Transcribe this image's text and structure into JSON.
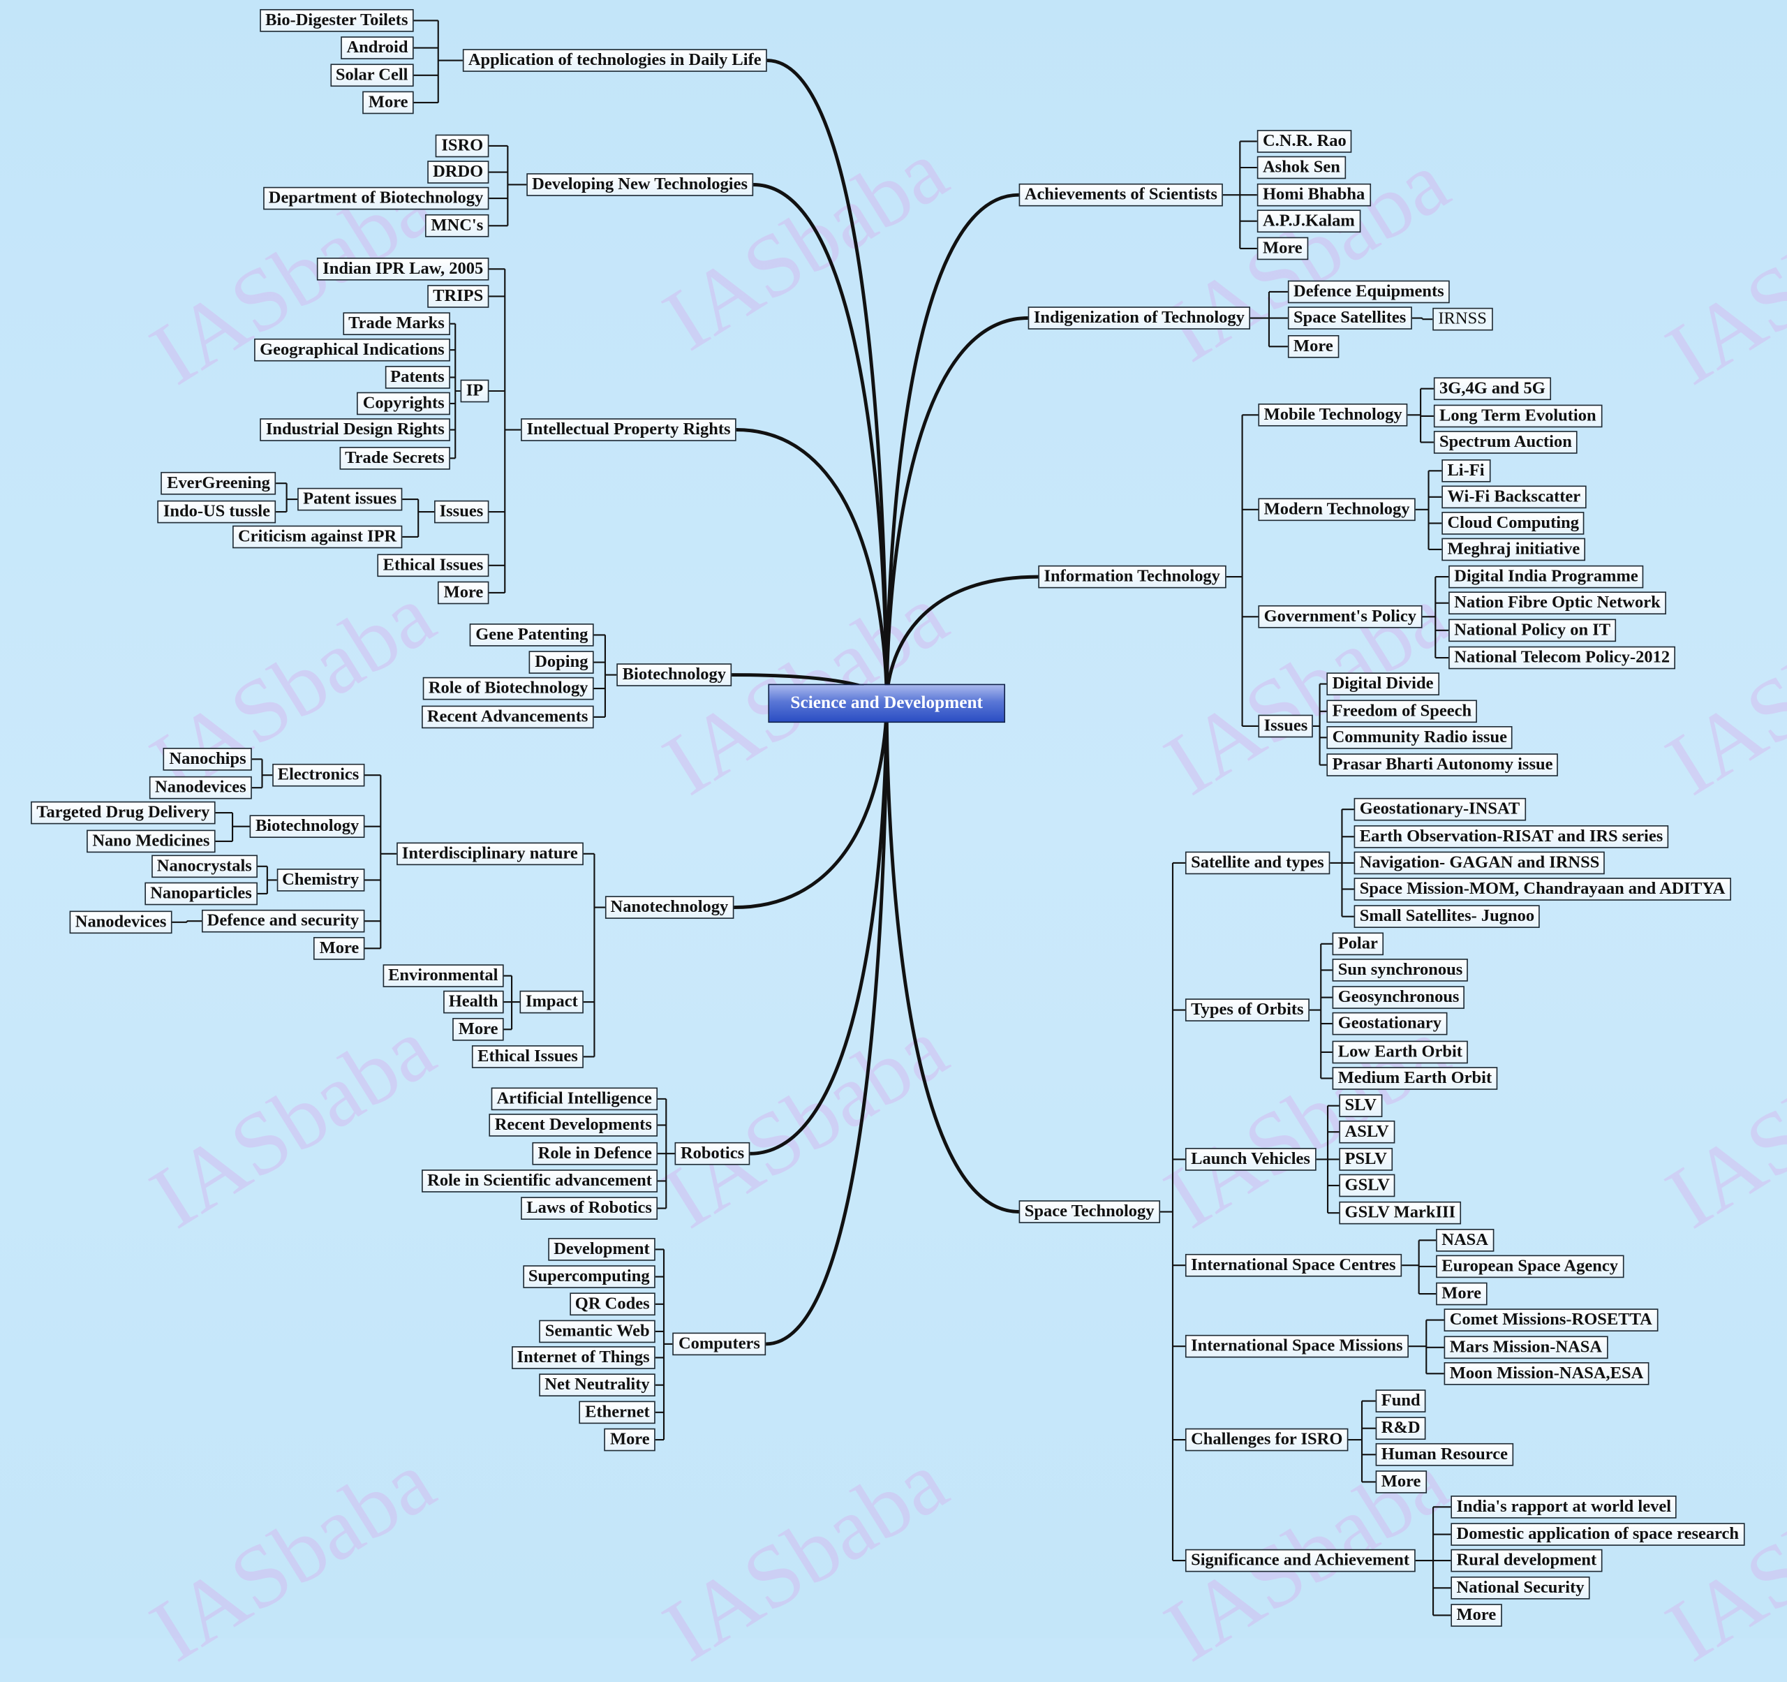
{
  "title": "Science and Development",
  "watermark": "IASbaba",
  "colors": {
    "background": "#c6e7fa",
    "center_node": "#3a5ccb",
    "line": "#111111",
    "watermark": "#d9a6ec"
  },
  "left_branches": [
    {
      "label": "Application of technologies in Daily Life",
      "children": [
        {
          "label": "Bio-Digester Toilets"
        },
        {
          "label": "Android"
        },
        {
          "label": "Solar Cell"
        },
        {
          "label": "More"
        }
      ]
    },
    {
      "label": "Developing New Technologies",
      "children": [
        {
          "label": "ISRO"
        },
        {
          "label": "DRDO"
        },
        {
          "label": "Department of Biotechnology"
        },
        {
          "label": "MNC's"
        }
      ]
    },
    {
      "label": "Intellectual Property Rights",
      "children": [
        {
          "label": "Indian IPR Law, 2005"
        },
        {
          "label": "TRIPS"
        },
        {
          "label": "IP",
          "children": [
            {
              "label": "Trade Marks"
            },
            {
              "label": "Geographical Indications"
            },
            {
              "label": "Patents"
            },
            {
              "label": "Copyrights"
            },
            {
              "label": "Industrial Design Rights"
            },
            {
              "label": "Trade Secrets"
            }
          ]
        },
        {
          "label": "Issues",
          "children": [
            {
              "label": "Patent issues",
              "children": [
                {
                  "label": "EverGreening"
                },
                {
                  "label": "Indo-US tussle"
                }
              ]
            },
            {
              "label": "Criticism against IPR"
            }
          ]
        },
        {
          "label": "Ethical Issues"
        },
        {
          "label": "More"
        }
      ]
    },
    {
      "label": "Biotechnology",
      "children": [
        {
          "label": "Gene Patenting"
        },
        {
          "label": "Doping"
        },
        {
          "label": "Role of Biotechnology"
        },
        {
          "label": "Recent Advancements"
        }
      ]
    },
    {
      "label": "Nanotechnology",
      "children": [
        {
          "label": "Interdisciplinary nature",
          "children": [
            {
              "label": "Electronics",
              "children": [
                {
                  "label": "Nanochips"
                },
                {
                  "label": "Nanodevices"
                }
              ]
            },
            {
              "label": "Biotechnology",
              "children": [
                {
                  "label": "Targeted Drug Delivery"
                },
                {
                  "label": "Nano Medicines"
                }
              ]
            },
            {
              "label": "Chemistry",
              "children": [
                {
                  "label": "Nanocrystals"
                },
                {
                  "label": "Nanoparticles"
                }
              ]
            },
            {
              "label": "Defence and security",
              "children": [
                {
                  "label": "Nanodevices"
                }
              ]
            },
            {
              "label": "More"
            }
          ]
        },
        {
          "label": "Impact",
          "children": [
            {
              "label": "Environmental"
            },
            {
              "label": "Health"
            },
            {
              "label": "More"
            }
          ]
        },
        {
          "label": "Ethical Issues"
        }
      ]
    },
    {
      "label": "Robotics",
      "children": [
        {
          "label": "Artificial Intelligence"
        },
        {
          "label": "Recent Developments"
        },
        {
          "label": "Role in Defence"
        },
        {
          "label": "Role in Scientific advancement"
        },
        {
          "label": "Laws of Robotics"
        }
      ]
    },
    {
      "label": "Computers",
      "children": [
        {
          "label": "Development"
        },
        {
          "label": "Supercomputing"
        },
        {
          "label": "QR Codes"
        },
        {
          "label": "Semantic Web"
        },
        {
          "label": "Internet of Things"
        },
        {
          "label": "Net Neutrality"
        },
        {
          "label": "Ethernet"
        },
        {
          "label": "More"
        }
      ]
    }
  ],
  "right_branches": [
    {
      "label": "Achievements of Scientists",
      "children": [
        {
          "label": "C.N.R. Rao"
        },
        {
          "label": "Ashok Sen"
        },
        {
          "label": "Homi Bhabha"
        },
        {
          "label": "A.P.J.Kalam"
        },
        {
          "label": "More"
        }
      ]
    },
    {
      "label": "Indigenization of Technology",
      "children": [
        {
          "label": "Defence Equipments"
        },
        {
          "label": "Space Satellites",
          "children": [
            {
              "label": "IRNSS"
            }
          ]
        },
        {
          "label": "More"
        }
      ]
    },
    {
      "label": "Information Technology",
      "children": [
        {
          "label": "Mobile Technology",
          "children": [
            {
              "label": "3G,4G and 5G"
            },
            {
              "label": "Long Term Evolution"
            },
            {
              "label": "Spectrum Auction"
            }
          ]
        },
        {
          "label": "Modern Technology",
          "children": [
            {
              "label": "Li-Fi"
            },
            {
              "label": "Wi-Fi Backscatter"
            },
            {
              "label": "Cloud Computing"
            },
            {
              "label": "Meghraj initiative"
            }
          ]
        },
        {
          "label": "Government's Policy",
          "children": [
            {
              "label": "Digital India Programme"
            },
            {
              "label": "Nation Fibre Optic Network"
            },
            {
              "label": "National Policy on IT"
            },
            {
              "label": "National Telecom Policy-2012"
            }
          ]
        },
        {
          "label": "Issues",
          "children": [
            {
              "label": "Digital Divide"
            },
            {
              "label": "Freedom of Speech"
            },
            {
              "label": "Community Radio issue"
            },
            {
              "label": "Prasar Bharti Autonomy issue"
            }
          ]
        }
      ]
    },
    {
      "label": "Space Technology",
      "children": [
        {
          "label": "Satellite and types",
          "children": [
            {
              "label": "Geostationary-INSAT"
            },
            {
              "label": "Earth Observation-RISAT and IRS series"
            },
            {
              "label": "Navigation- GAGAN and IRNSS"
            },
            {
              "label": "Space Mission-MOM, Chandrayaan and ADITYA"
            },
            {
              "label": "Small Satellites- Jugnoo"
            }
          ]
        },
        {
          "label": "Types of Orbits",
          "children": [
            {
              "label": "Polar"
            },
            {
              "label": "Sun synchronous"
            },
            {
              "label": "Geosynchronous"
            },
            {
              "label": "Geostationary"
            },
            {
              "label": "Low Earth Orbit"
            },
            {
              "label": "Medium Earth Orbit"
            }
          ]
        },
        {
          "label": "Launch Vehicles",
          "children": [
            {
              "label": "SLV"
            },
            {
              "label": "ASLV"
            },
            {
              "label": "PSLV"
            },
            {
              "label": "GSLV"
            },
            {
              "label": "GSLV MarkIII"
            }
          ]
        },
        {
          "label": "International Space Centres",
          "children": [
            {
              "label": "NASA"
            },
            {
              "label": "European Space Agency"
            },
            {
              "label": "More"
            }
          ]
        },
        {
          "label": "International Space Missions",
          "children": [
            {
              "label": "Comet Missions-ROSETTA"
            },
            {
              "label": "Mars Mission-NASA"
            },
            {
              "label": "Moon Mission-NASA,ESA"
            }
          ]
        },
        {
          "label": "Challenges for ISRO",
          "children": [
            {
              "label": "Fund"
            },
            {
              "label": "R&D"
            },
            {
              "label": "Human Resource"
            },
            {
              "label": "More"
            }
          ]
        },
        {
          "label": "Significance and Achievement",
          "children": [
            {
              "label": "India's rapport at world level"
            },
            {
              "label": "Domestic application of space research"
            },
            {
              "label": "Rural development"
            },
            {
              "label": "National Security"
            },
            {
              "label": "More"
            }
          ]
        }
      ]
    }
  ]
}
